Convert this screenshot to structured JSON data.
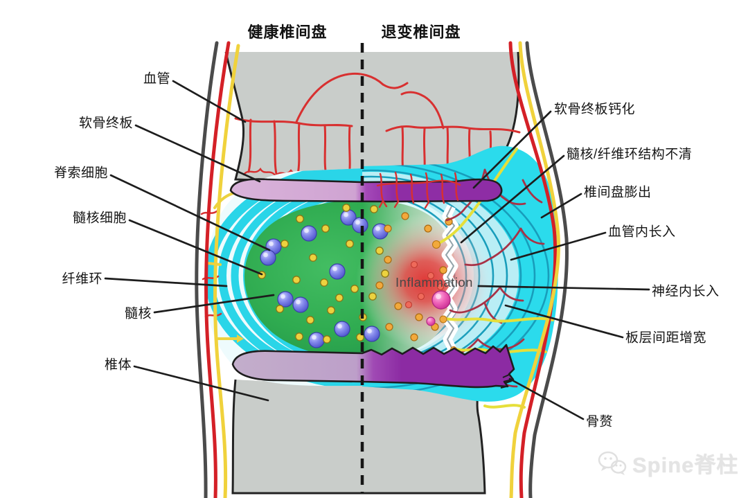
{
  "titles": {
    "healthy": "健康椎间盘",
    "degenerated": "退变椎间盘"
  },
  "labels": {
    "left": [
      {
        "id": "blood-vessel",
        "text": "血管"
      },
      {
        "id": "cartilage-endplate",
        "text": "软骨终板"
      },
      {
        "id": "notochordal-cells",
        "text": "脊索细胞"
      },
      {
        "id": "nucleus-cells",
        "text": "髓核细胞"
      },
      {
        "id": "annulus-fibrosus",
        "text": "纤维环"
      },
      {
        "id": "nucleus-pulposus",
        "text": "髓核"
      },
      {
        "id": "vertebral-body",
        "text": "椎体"
      }
    ],
    "right": [
      {
        "id": "endplate-calcification",
        "text": "软骨终板钙化"
      },
      {
        "id": "structure-unclear",
        "text": "髓核/纤维环结构不清"
      },
      {
        "id": "disc-bulge",
        "text": "椎间盘膨出"
      },
      {
        "id": "vessel-ingrowth",
        "text": "血管内长入"
      },
      {
        "id": "nerve-ingrowth",
        "text": "神经内长入"
      },
      {
        "id": "lamellar-widening",
        "text": "板层间距增宽"
      },
      {
        "id": "osteophyte",
        "text": "骨赘"
      }
    ]
  },
  "annotations": {
    "inflammation": "Inflammation"
  },
  "watermark": {
    "brand": "Spine脊柱",
    "icon": "wechat-icon"
  },
  "colors": {
    "annulus_cyan": "#2bd8ea",
    "degenerated_lamellae": "#189dbb",
    "nucleus_green": "#2aa94c",
    "inflammation_red": "#e63535",
    "healthy_endplate": "#d0a6d3",
    "calcified_endplate": "#8e2da5",
    "vessel_red": "#d42a2a",
    "nerve_yellow": "#ecd23f",
    "cell_blue": "#7b80e8",
    "cell_pink": "#ef63b8",
    "bone_gray": "#c9cdca"
  }
}
